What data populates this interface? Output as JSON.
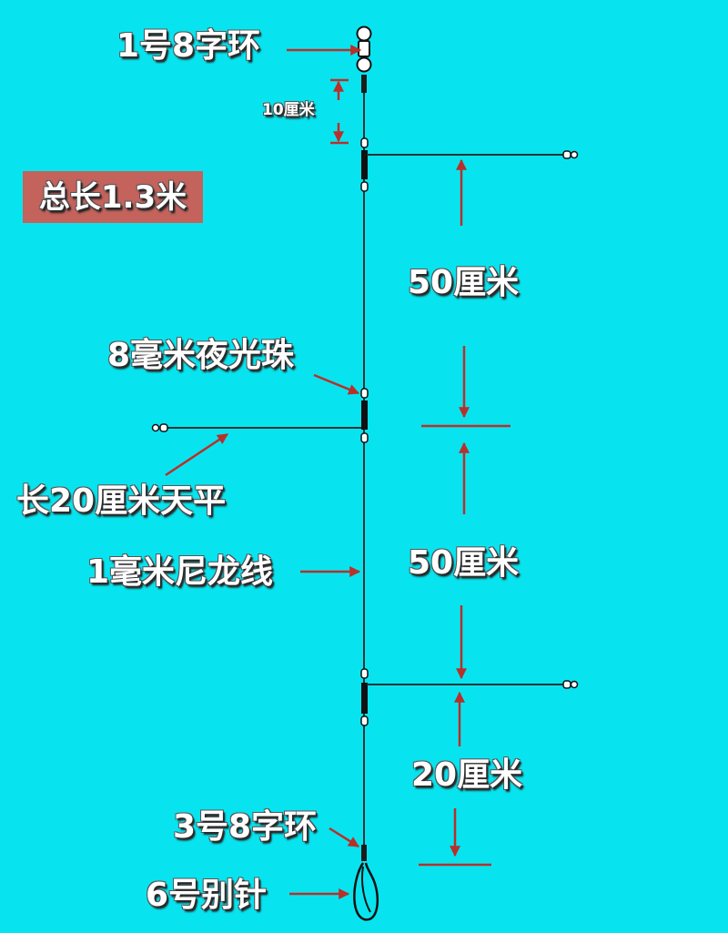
{
  "colors": {
    "background": "#08e4ef",
    "arrow": "#b8302a",
    "line": "#1f3434",
    "total_box": "#c4625c"
  },
  "labels": {
    "top_swivel": "1号8字环",
    "top_spacing": "10厘米",
    "total_length": "总长1.3米",
    "spacing_1": "50厘米",
    "luminous_bead": "8毫米夜光珠",
    "boom": "长20厘米天平",
    "spacing_2": "50厘米",
    "main_line": "1毫米尼龙线",
    "spacing_3": "20厘米",
    "bottom_swivel": "3号8字环",
    "snap": "6号别针"
  }
}
